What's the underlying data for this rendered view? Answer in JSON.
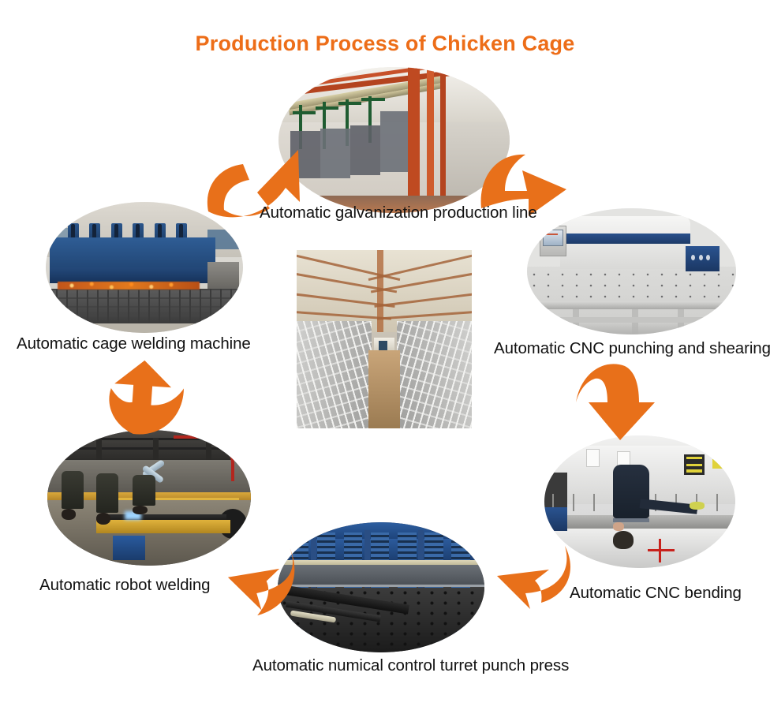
{
  "page": {
    "title": "Production Process of Chicken Cage",
    "accent_color": "#ed6d18",
    "arrow_color": "#e8701a",
    "text_color": "#121212",
    "background_color": "#ffffff"
  },
  "steps": [
    {
      "id": "galvanization",
      "caption": "Automatic galvanization production line",
      "image_alt": "galvanization-line-photo"
    },
    {
      "id": "cage-welding",
      "caption": "Automatic cage welding machine",
      "image_alt": "cage-welding-machine-photo"
    },
    {
      "id": "cnc-punching",
      "caption": "Automatic CNC punching and shearing",
      "image_alt": "cnc-punching-shearing-photo"
    },
    {
      "id": "cnc-bending",
      "caption": "Automatic CNC bending",
      "image_alt": "cnc-bending-photo"
    },
    {
      "id": "turret-punch",
      "caption": "Automatic numical control turret punch press",
      "image_alt": "turret-punch-press-photo"
    },
    {
      "id": "robot-welding",
      "caption": "Automatic robot welding",
      "image_alt": "robot-welding-photo"
    }
  ],
  "center": {
    "image_alt": "poultry-house-interior-photo"
  },
  "arrows": [
    {
      "id": "arrow-to-galvanization",
      "direction": "up-right"
    },
    {
      "id": "arrow-galvanization-to-punching",
      "direction": "down-right"
    },
    {
      "id": "arrow-punching-to-bending",
      "direction": "down"
    },
    {
      "id": "arrow-bending-to-turret",
      "direction": "left"
    },
    {
      "id": "arrow-turret-to-robot",
      "direction": "up-left"
    },
    {
      "id": "arrow-robot-to-cage-welding",
      "direction": "up"
    }
  ]
}
